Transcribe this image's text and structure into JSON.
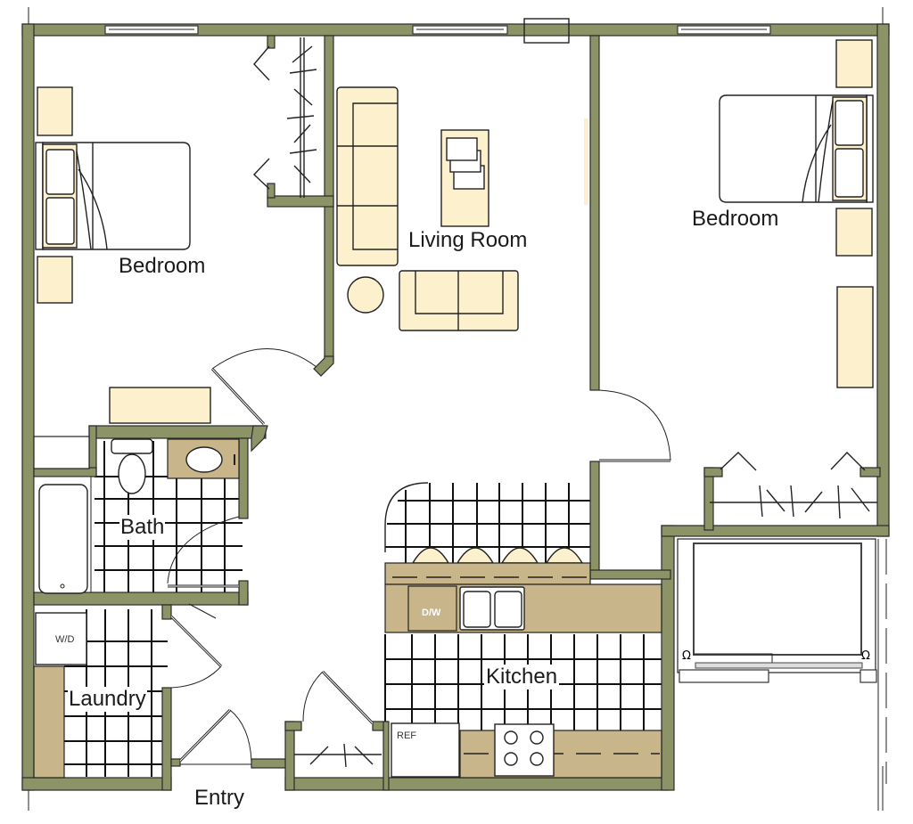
{
  "floorplan": {
    "colors": {
      "wall": "#8c9467",
      "furniture": "#fdf0cc",
      "counter": "#c8b58a",
      "background": "#ffffff"
    },
    "rooms": [
      {
        "name": "Bedroom",
        "id": "bedroom-left"
      },
      {
        "name": "Living Room",
        "id": "living-room"
      },
      {
        "name": "Bedroom",
        "id": "bedroom-right"
      },
      {
        "name": "Bath",
        "id": "bath"
      },
      {
        "name": "Laundry",
        "id": "laundry"
      },
      {
        "name": "Kitchen",
        "id": "kitchen"
      },
      {
        "name": "Entry",
        "id": "entry"
      }
    ],
    "appliances": {
      "washer_dryer": "W/D",
      "dishwasher": "D/W",
      "refrigerator": "REF"
    }
  }
}
